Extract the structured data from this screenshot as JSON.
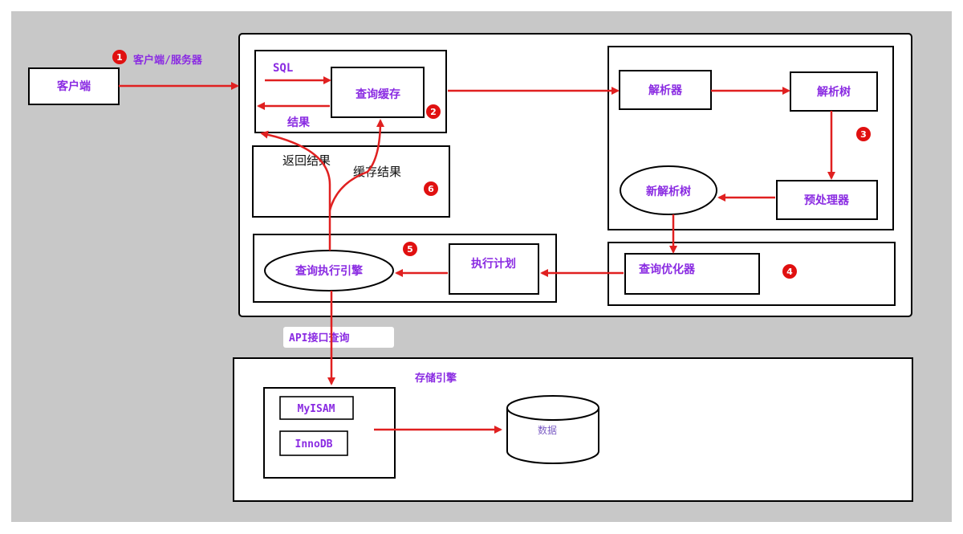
{
  "diagram": {
    "client": "客户端",
    "client_server": "客户端/服务器",
    "sql": "SQL",
    "query_cache": "查询缓存",
    "result": "结果",
    "return_result": "返回结果",
    "cache_result": "缓存结果",
    "parser": "解析器",
    "parse_tree": "解析树",
    "preprocessor": "预处理器",
    "new_parse_tree": "新解析树",
    "query_optimizer": "查询优化器",
    "execution_plan": "执行计划",
    "query_engine": "查询执行引擎",
    "api_query": "API接口查询",
    "storage_engine": "存储引擎",
    "myisam": "MyISAM",
    "innodb": "InnoDB",
    "data": "数据",
    "steps": [
      "1",
      "2",
      "3",
      "4",
      "5",
      "6"
    ]
  },
  "colors": {
    "arrow": "#e02020",
    "label": "#8a2be2",
    "background": "#c8c8c8"
  }
}
